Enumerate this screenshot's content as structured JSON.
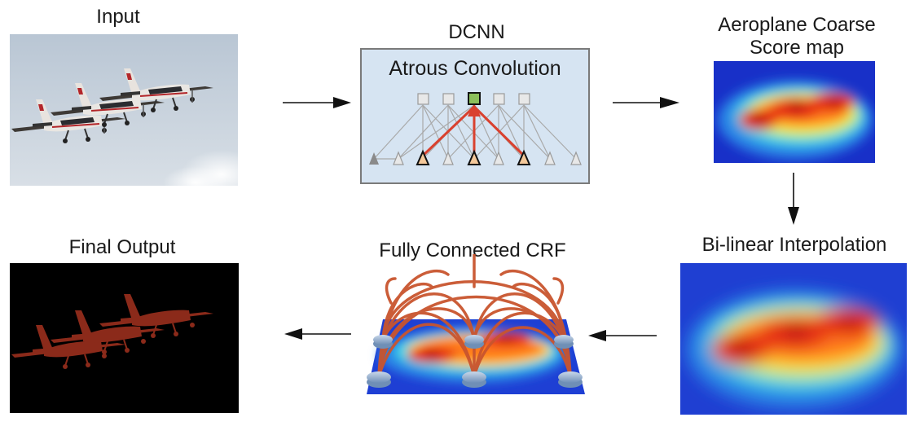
{
  "labels": {
    "input": "Input",
    "dcnn": "DCNN",
    "atrous": "Atrous Convolution",
    "coarse_line1": "Aeroplane Coarse",
    "coarse_line2": "Score map",
    "bilinear": "Bi-linear Interpolation",
    "crf": "Fully Connected CRF",
    "final": "Final Output"
  },
  "colors": {
    "arrow": "#111111",
    "atrous_box_fill": "#d6e4f2",
    "atrous_box_border": "#7a7a7a",
    "crf_edges": "#c9552e",
    "segmentation": "#8b2a1a",
    "atrous_highlight": "#d9412f",
    "highlight_output_node": "#8bbf5a"
  }
}
